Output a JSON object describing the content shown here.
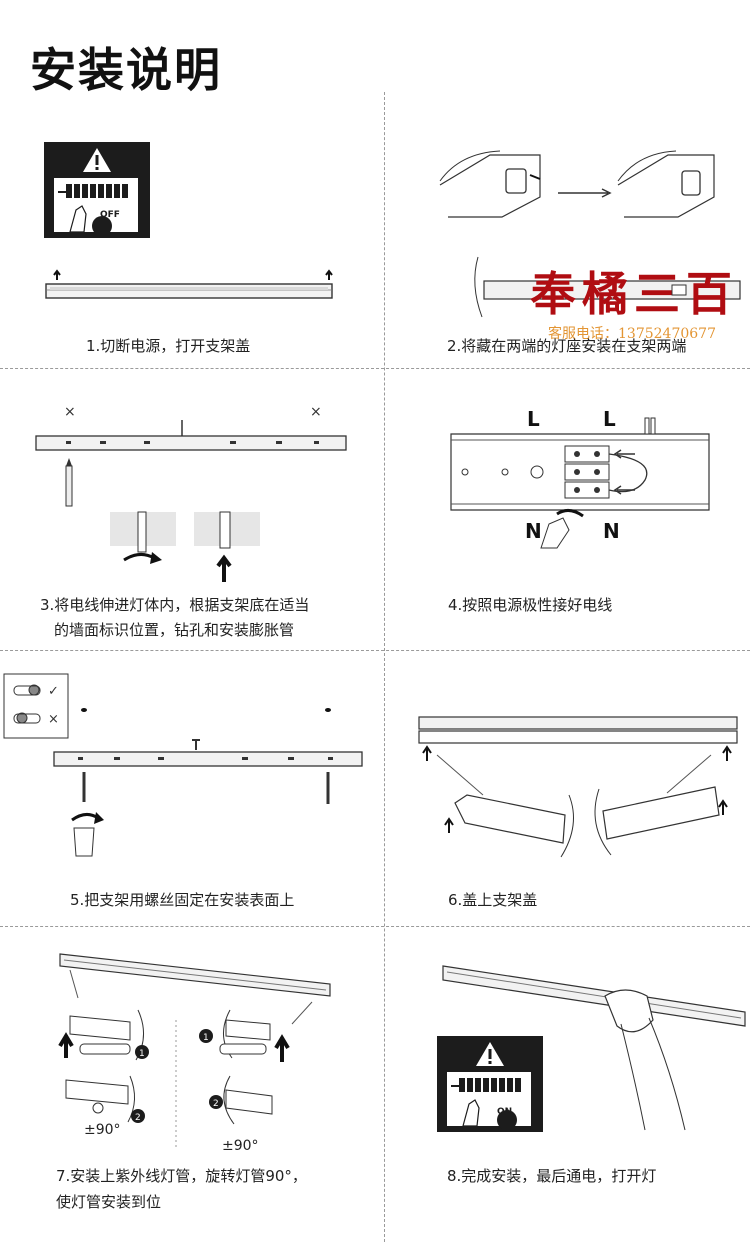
{
  "title": "安装说明",
  "steps": [
    {
      "caption": "1.切断电源，打开支架盖"
    },
    {
      "caption": "2.将藏在两端的灯座安装在支架两端"
    },
    {
      "caption_line1": "3.将电线伸进灯体内，根据支架底在适当",
      "caption_line2": "的墙面标识位置，钻孔和安装膨胀管"
    },
    {
      "caption": "4.按照电源极性接好电线"
    },
    {
      "caption": "5.把支架用螺丝固定在安装表面上"
    },
    {
      "caption": "6.盖上支架盖"
    },
    {
      "caption_line1": "7.安装上紫外线灯管，旋转灯管90°，",
      "caption_line2": "使灯管安装到位"
    },
    {
      "caption": "8.完成安装，最后通电，打开灯"
    }
  ],
  "labels": {
    "off": "OFF",
    "on": "ON",
    "live": "L",
    "neutral": "N",
    "rotate": "±90°",
    "num1": "1",
    "num2": "2",
    "check": "✓",
    "cross": "×"
  },
  "watermark": {
    "brand": "奉橘三百",
    "phone": "客服电话：13752470677"
  },
  "colors": {
    "warning_panel": "#1c1c1c",
    "watermark_red": "#b00d12",
    "watermark_orange": "#e08a1e"
  }
}
